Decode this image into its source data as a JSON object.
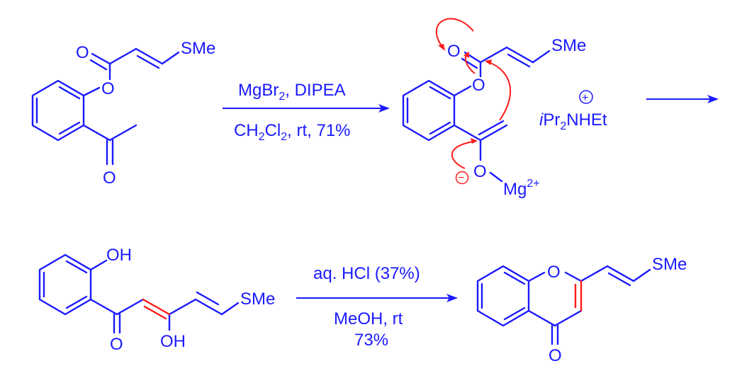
{
  "colors": {
    "structure": "#1a1aff",
    "mechanism": "#ff1a1a",
    "background": "#ffffff"
  },
  "reactant": {
    "o_carbonyl": "O",
    "o_ester": "O",
    "o_ketone": "O",
    "sme": "SMe"
  },
  "step1": {
    "reagent_line1": "MgBr",
    "reagent_sub": "2",
    "reagent_rest": ", DIPEA",
    "cond_a": "CH",
    "cond_sub1": "2",
    "cond_b": "Cl",
    "cond_sub2": "2",
    "cond_c": ", rt, 71%"
  },
  "intermediate": {
    "o_carbonyl": "O",
    "o_ester": "O",
    "o_enolate": "O",
    "sme": "SMe",
    "minus": "−",
    "mg": "Mg",
    "mg_charge": "2+",
    "counterion_i": "i",
    "counterion_pr": "Pr",
    "counterion_sub": "2",
    "counterion_rest": "NHEt",
    "plus": "+"
  },
  "product2": {
    "oh_top": "OH",
    "o_ketone": "O",
    "oh_enol": "OH",
    "sme": "SMe"
  },
  "step2": {
    "reagent": "aq. HCl (37%)",
    "cond_line1": "MeOH, rt",
    "cond_line2": "73%"
  },
  "product3": {
    "o_ring": "O",
    "o_carbonyl": "O",
    "sme": "SMe"
  }
}
